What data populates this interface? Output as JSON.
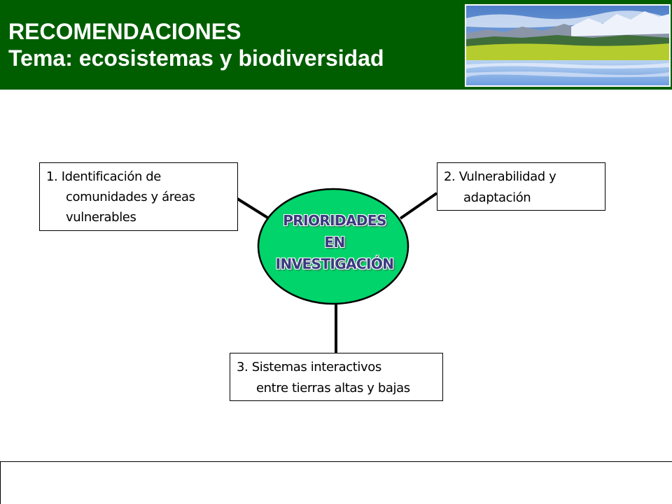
{
  "header": {
    "title_line1": "RECOMENDACIONES",
    "title_line2": "Tema: ecosistemas y biodiversidad"
  },
  "diagram": {
    "center": {
      "line1": "PRIORIDADES",
      "line2": "EN",
      "line3": "INVESTIGACIÓN"
    },
    "nodes": [
      {
        "line1": "1. Identificación de",
        "line2": "comunidades y áreas",
        "line3": "vulnerables"
      },
      {
        "line1": "2. Vulnerabilidad y",
        "line2": "adaptación"
      },
      {
        "line1": "3. Sistemas interactivos",
        "line2": "entre tierras altas y bajas"
      }
    ]
  },
  "colors": {
    "header_bg": "#005e00",
    "ellipse_fill": "#00d46a",
    "center_text": "#3a3a80"
  }
}
